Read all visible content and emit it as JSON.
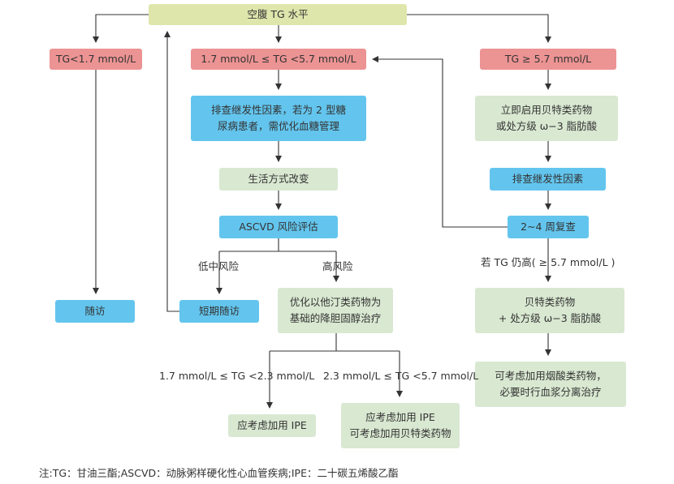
{
  "colors": {
    "yellow": "#dfe6ac",
    "red": "#ec9393",
    "blue": "#63c5ee",
    "green": "#d9e8d1",
    "line": "#333333"
  },
  "nodes": {
    "fasting_tg": {
      "text": "空腹 TG 水平",
      "color": "yellow"
    },
    "tg_low": {
      "text": "TG<1.7 mmol/L",
      "color": "red"
    },
    "tg_mid": {
      "text": "1.7 mmol/L ≤ TG <5.7 mmol/L",
      "color": "red"
    },
    "tg_high": {
      "text": "TG ≥ 5.7 mmol/L",
      "color": "red"
    },
    "screen_secondary_diabetes": {
      "text": "排查继发性因素，若为 2 型糖\n尿病患者，需优化血糖管理",
      "color": "blue"
    },
    "lifestyle": {
      "text": "生活方式改变",
      "color": "green"
    },
    "ascvd_assessment": {
      "text": "ASCVD 风险评估",
      "color": "blue"
    },
    "followup": {
      "text": "随访",
      "color": "blue"
    },
    "short_followup": {
      "text": "短期随访",
      "color": "blue"
    },
    "statin_therapy": {
      "text": "优化以他汀类药物为\n基础的降胆固醇治疗",
      "color": "green"
    },
    "consider_ipe": {
      "text": "应考虑加用 IPE",
      "color": "green"
    },
    "ipe_fibrate": {
      "text": "应考虑加用 IPE\n可考虑加用贝特类药物",
      "color": "green"
    },
    "start_fibrate": {
      "text": "立即启用贝特类药物\n或处方级 ω−3 脂肪酸",
      "color": "green"
    },
    "screen_secondary": {
      "text": "排查继发性因素",
      "color": "blue"
    },
    "recheck": {
      "text": "2~4 周复查",
      "color": "blue"
    },
    "fibrate_omega3": {
      "text": "贝特类药物\n+ 处方级 ω−3 脂肪酸",
      "color": "green"
    },
    "niacin_plasma": {
      "text": "可考虑加用烟酸类药物，\n必要时行血浆分离治疗",
      "color": "green"
    }
  },
  "labels": {
    "low_mid_risk": "低中风险",
    "high_risk": "高风险",
    "tg_still_high": "若 TG 仍高( ≥ 5.7 mmol/L )",
    "range_low": "1.7 mmol/L ≤ TG <2.3 mmol/L",
    "range_high": "2.3 mmol/L ≤ TG <5.7 mmol/L"
  },
  "note": "注:TG：甘油三酯;ASCVD：动脉粥样硬化性心血管疾病;IPE：二十碳五烯酸乙酯"
}
